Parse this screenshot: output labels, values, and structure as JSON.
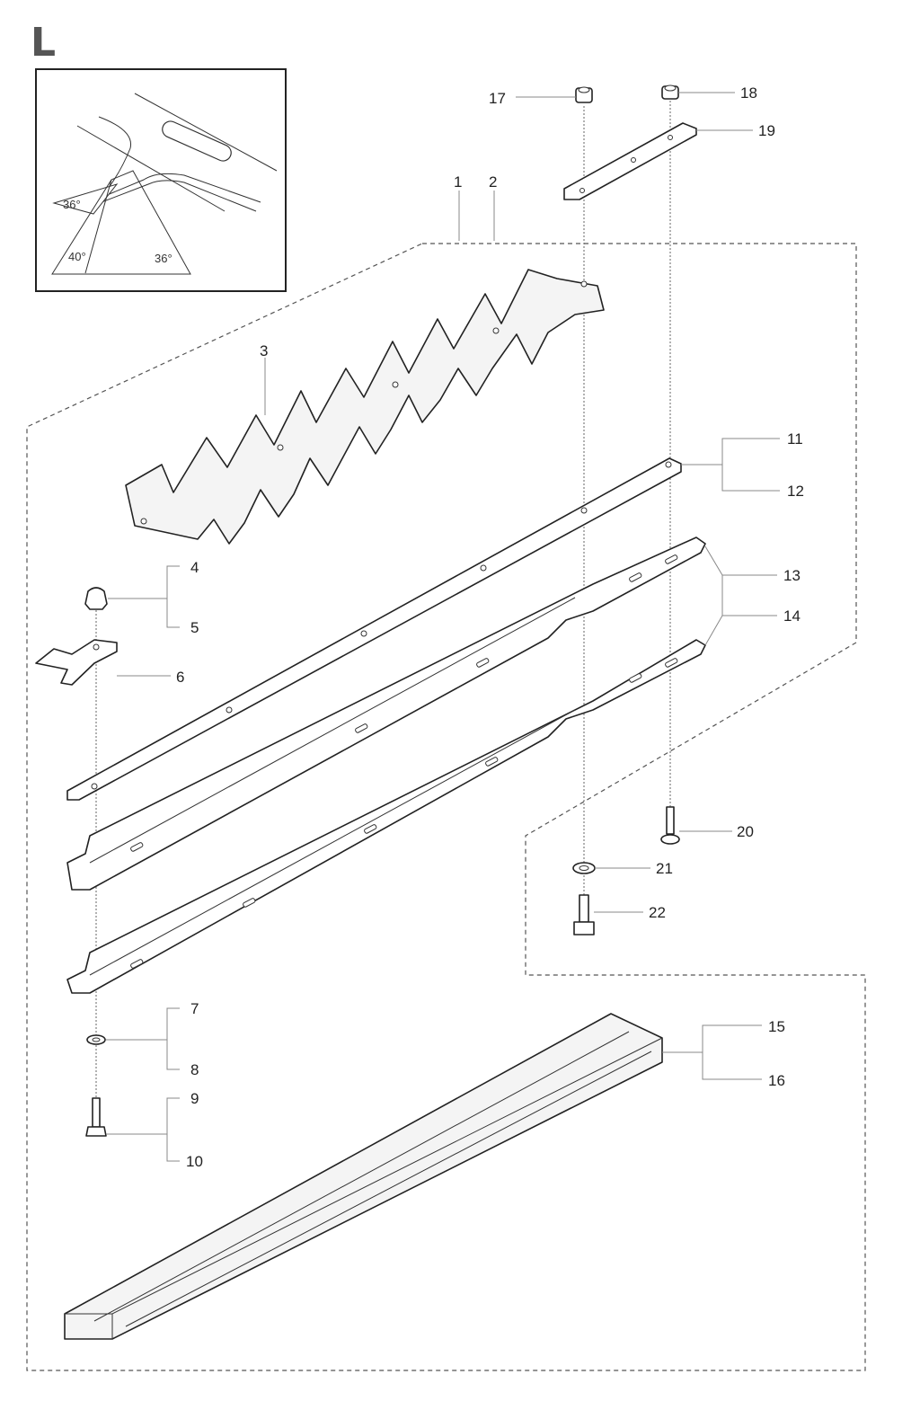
{
  "section": "L",
  "inset": {
    "angles": [
      "36°",
      "40°",
      "36°"
    ]
  },
  "labels": [
    {
      "id": "1",
      "text": "1"
    },
    {
      "id": "2",
      "text": "2"
    },
    {
      "id": "3",
      "text": "3"
    },
    {
      "id": "4",
      "text": "4"
    },
    {
      "id": "5",
      "text": "5"
    },
    {
      "id": "6",
      "text": "6"
    },
    {
      "id": "7",
      "text": "7"
    },
    {
      "id": "8",
      "text": "8"
    },
    {
      "id": "9",
      "text": "9"
    },
    {
      "id": "10",
      "text": "10"
    },
    {
      "id": "11",
      "text": "11"
    },
    {
      "id": "12",
      "text": "12"
    },
    {
      "id": "13",
      "text": "13"
    },
    {
      "id": "14",
      "text": "14"
    },
    {
      "id": "15",
      "text": "15"
    },
    {
      "id": "16",
      "text": "16"
    },
    {
      "id": "17",
      "text": "17"
    },
    {
      "id": "18",
      "text": "18"
    },
    {
      "id": "19",
      "text": "19"
    },
    {
      "id": "20",
      "text": "20"
    },
    {
      "id": "21",
      "text": "21"
    },
    {
      "id": "22",
      "text": "22"
    }
  ]
}
